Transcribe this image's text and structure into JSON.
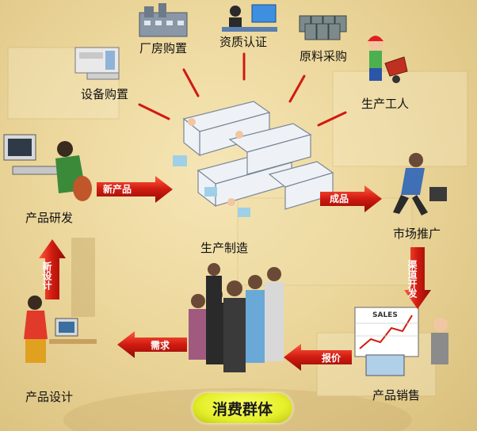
{
  "nodes": {
    "factory_purchase": "厂房购置",
    "qualification": "资质认证",
    "raw_material": "原料采购",
    "equipment_purchase": "设备购置",
    "production_worker": "生产工人",
    "product_rd": "产品研发",
    "manufacturing": "生产制造",
    "market_promotion": "市场推广",
    "product_design": "产品设计",
    "product_sales": "产品销售",
    "consumer_group": "消费群体"
  },
  "edges": {
    "new_product": "新产品",
    "finished_product": "成品",
    "channel_development": "渠道开发",
    "quotation": "报价",
    "demand": "需求",
    "new_design": "新设计"
  },
  "sign_text": "SALES",
  "colors": {
    "arrow": "#d01a10",
    "consumer_bg": "#e6ef2a"
  }
}
